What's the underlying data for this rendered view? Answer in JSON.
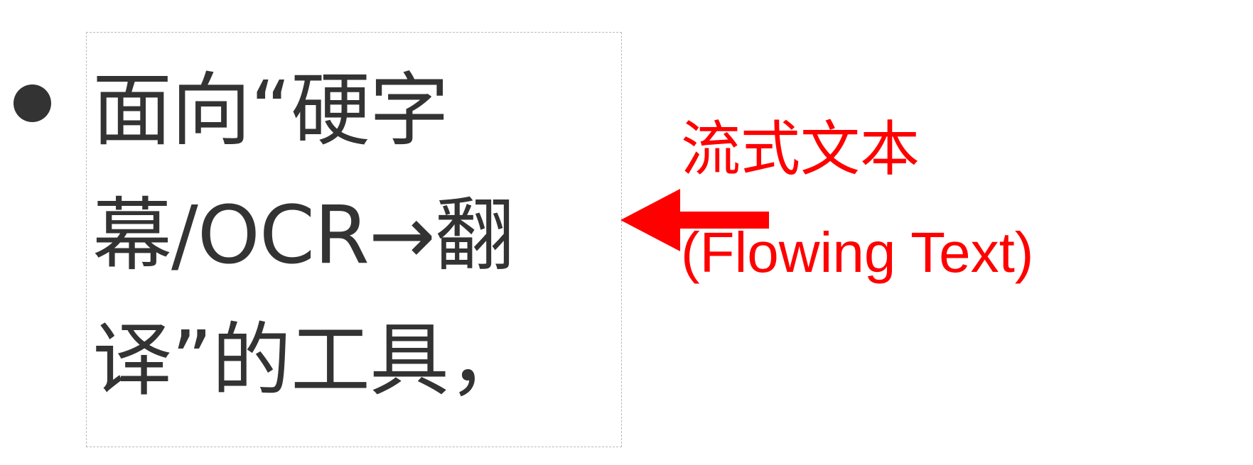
{
  "slide": {
    "background_color": "#ffffff",
    "bullet": {
      "marker": "•",
      "color": "#333333"
    },
    "body_text": {
      "color": "#333333",
      "full_text": "面向“硬字幕/OCR→翻译”的工具，",
      "lines": [
        "面向“硬字",
        "幕/OCR→翻",
        "译”的工具，"
      ]
    },
    "annotation": {
      "color": "#ff0000",
      "arrow": {
        "direction": "left",
        "icon": "left-arrow-icon"
      },
      "label_cn": "流式文本",
      "label_en": "(Flowing Text)"
    }
  }
}
